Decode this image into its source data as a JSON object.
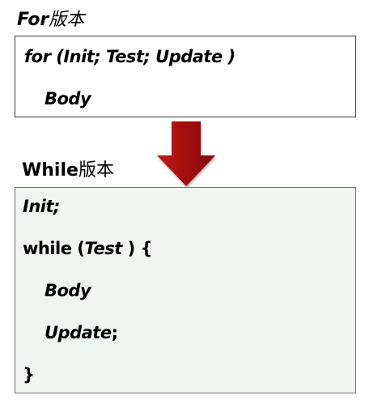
{
  "for_version": {
    "title_latin": "For",
    "title_cjk": "版本",
    "header_line": "for (Init; Test; Update )",
    "body_line": "Body"
  },
  "while_version": {
    "title_latin": "While",
    "title_cjk": "版本",
    "init_line": "Init;",
    "while_keyword": "while (",
    "test_word": "Test",
    "while_close": ") {",
    "body_line": "Body",
    "update_word": "Update",
    "update_semicolon": ";",
    "closing_brace": "}"
  },
  "colors": {
    "arrow": "#a50f0f",
    "while_box_fill": "#eef6ef",
    "box_border": "#3a3a3a"
  }
}
